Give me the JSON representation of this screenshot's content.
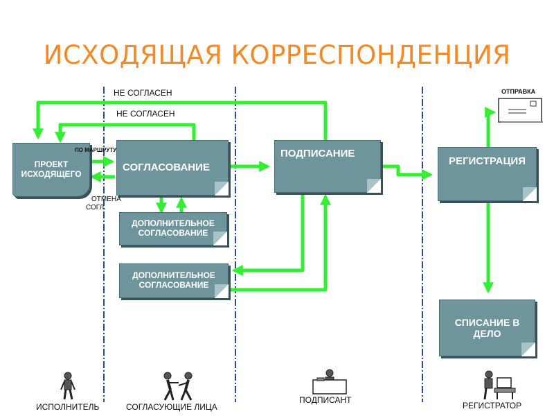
{
  "title": "ИСХОДЯЩАЯ КОРРЕСПОНДЕНЦИЯ",
  "colors": {
    "title": "#f08a2a",
    "arrow": "#33ee33",
    "box": "#6e949c",
    "divider": "#2b4a8a"
  },
  "boxes": {
    "draft_line1": "ПРОЕКТ",
    "draft_line2": "ИСХОДЯЩЕГО",
    "approval": "СОГЛАСОВАНИЕ",
    "signing": "ПОДПИСАНИЕ",
    "registration": "РЕГИСТРАЦИЯ",
    "extra1_line1": "ДОПОЛНИТЕЛЬНОЕ",
    "extra1_line2": "СОГЛАСОВАНИЕ",
    "extra2_line1": "ДОПОЛНИТЕЛЬНОЕ",
    "extra2_line2": "СОГЛАСОВАНИЕ",
    "archive_line1": "СПИСАНИЕ В",
    "archive_line2": "ДЕЛО"
  },
  "labels": {
    "disagree_top": "НЕ СОГЛАСЕН",
    "disagree_mid": "НЕ СОГЛАСЕН",
    "by_route": "ПО МАРШРУТУ",
    "cancel_line1": "ОТМЕНА",
    "cancel_line2": "СОГЛ.",
    "send": "ОТПРАВКА"
  },
  "roles": {
    "executor": "ИСПОЛНИТЕЛЬ",
    "approvers": "СОГЛАСУЮЩИЕ ЛИЦА",
    "signer": "ПОДПИСАНТ",
    "registrar": "РЕГИСТРАТОР"
  },
  "icons": [
    "person-icon",
    "people-icon",
    "desk-person-icon",
    "computer-operator-icon",
    "envelope-icon"
  ]
}
